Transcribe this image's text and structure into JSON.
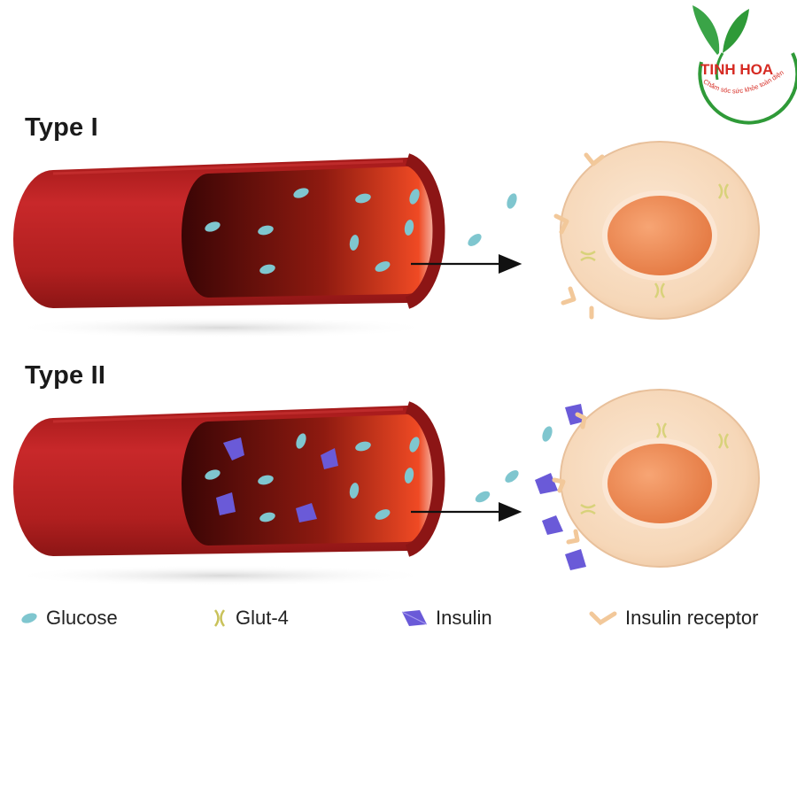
{
  "logo": {
    "name": "TINH HOA",
    "tagline": "Chăm sóc sức khỏe toàn diện",
    "brand_red": "#d62a22",
    "brand_green": "#2f9a38"
  },
  "sections": [
    {
      "title": "Type I",
      "insulin_present": false
    },
    {
      "title": "Type II",
      "insulin_present": true
    }
  ],
  "legend": [
    {
      "label": "Glucose",
      "icon": "glucose-icon"
    },
    {
      "label": "Glut-4",
      "icon": "glut4-icon"
    },
    {
      "label": "Insulin",
      "icon": "insulin-icon"
    },
    {
      "label": "Insulin receptor",
      "icon": "insulin-receptor-icon"
    }
  ],
  "colors": {
    "vessel_red": "#b8201f",
    "vessel_dark": "#3a0505",
    "glucose": "#7fc6cf",
    "glut4": "#d8d27a",
    "insulin": "#6a5ad8",
    "receptor": "#f2c89a",
    "cell": "#f6d9bd",
    "nucleus": "#ec8a4e"
  }
}
